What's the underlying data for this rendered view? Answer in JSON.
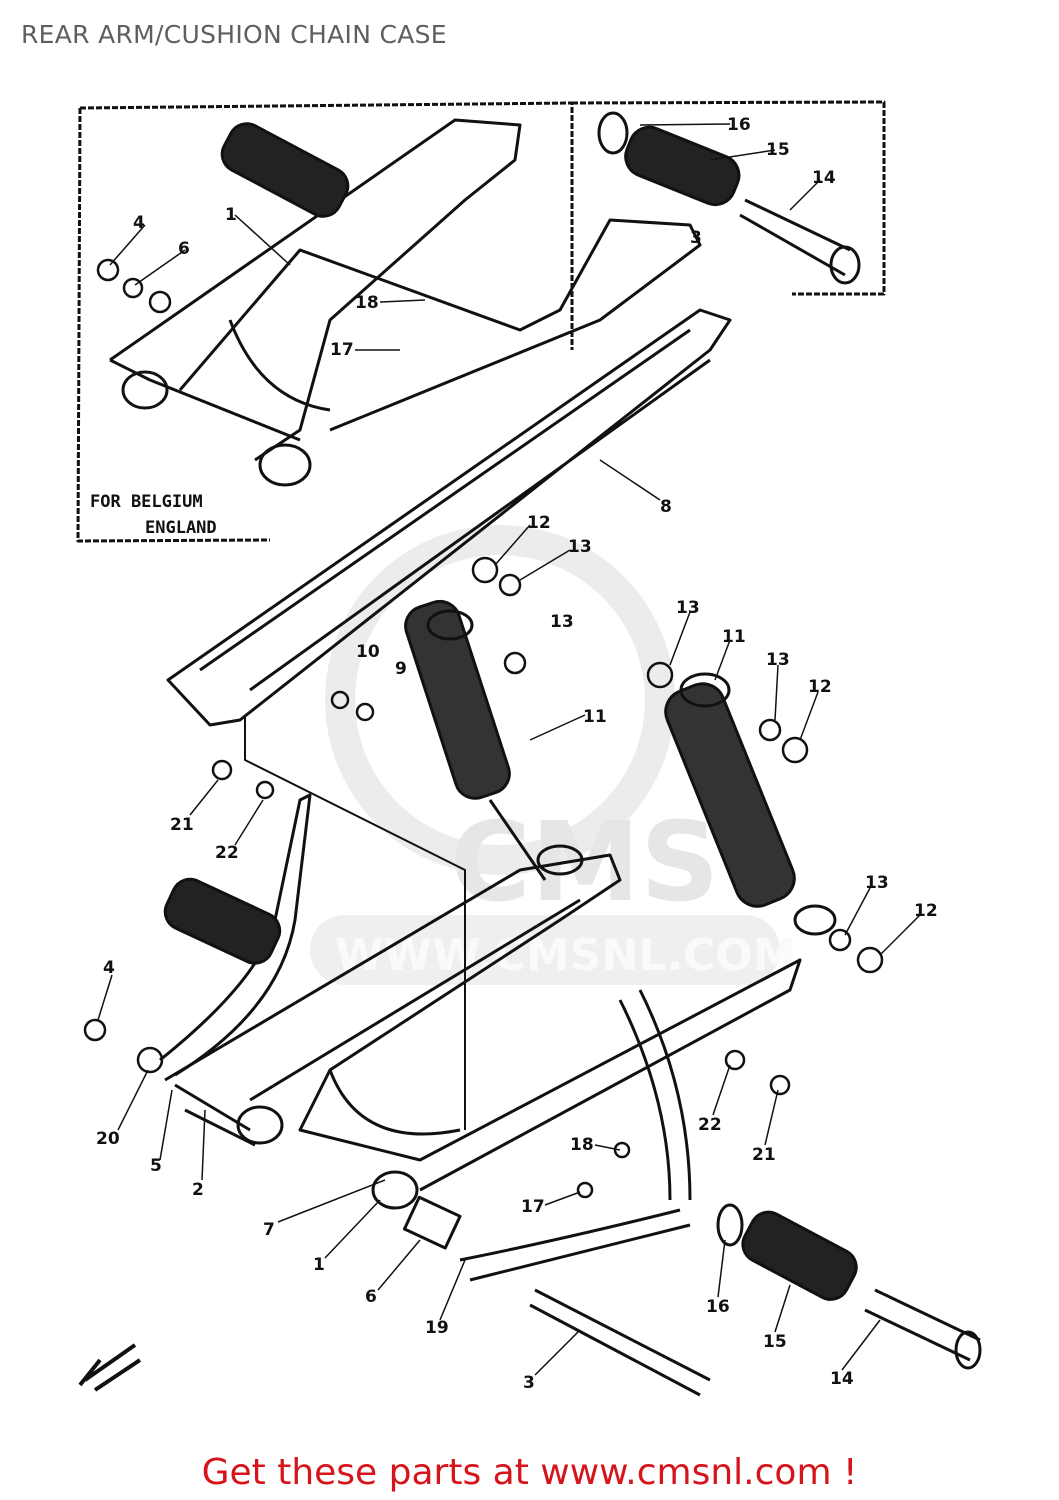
{
  "header": {
    "title": "REAR ARM/CUSHION CHAIN CASE"
  },
  "diagram": {
    "inset_note_line1": "FOR BELGIUM",
    "inset_note_line2": "ENGLAND",
    "watermark_logo": "CMS",
    "watermark_url": "WWW.CMSNL.COM",
    "callouts": [
      "1",
      "4",
      "6",
      "18",
      "17",
      "16",
      "15",
      "14",
      "3",
      "8",
      "12",
      "13",
      "10",
      "9",
      "13",
      "11",
      "13",
      "11",
      "13",
      "12",
      "21",
      "22",
      "4",
      "20",
      "5",
      "2",
      "7",
      "1",
      "6",
      "19",
      "3",
      "13",
      "12",
      "22",
      "21",
      "18",
      "17",
      "16",
      "15",
      "14"
    ]
  },
  "footer": {
    "text": "Get these parts at www.cmsnl.com !"
  },
  "colors": {
    "footer": "#d5141b",
    "title": "#5f5f5f"
  }
}
